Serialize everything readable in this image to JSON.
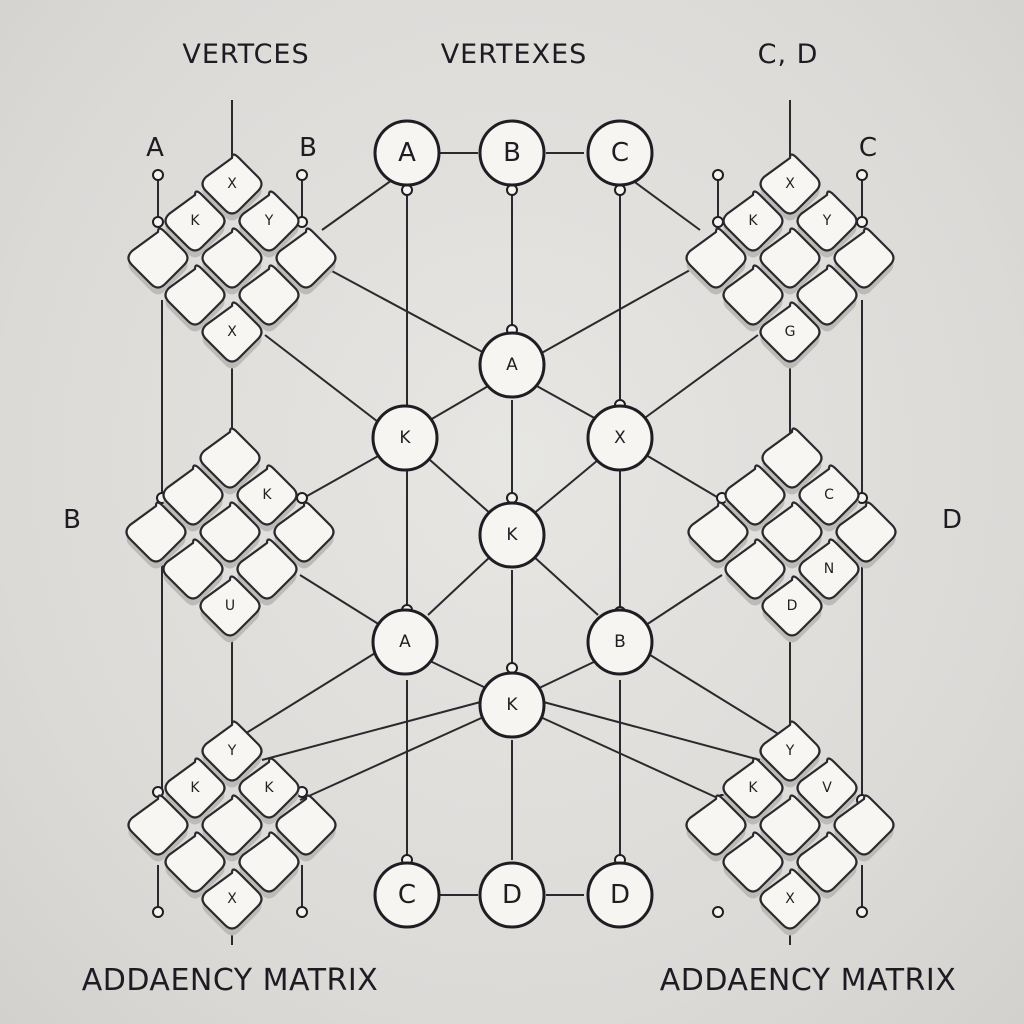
{
  "headers": {
    "left": "VERTCES",
    "center": "VERTEXES",
    "right": "C, D"
  },
  "side_labels": {
    "top_left_a": "A",
    "top_left_b": "B",
    "top_right_c": "C",
    "mid_left_b": "B",
    "mid_right_d": "D"
  },
  "footer": {
    "left": "ADDAENCY MATRIX",
    "right": "ADDAENCY MATRIX"
  },
  "top_vertices": [
    "A",
    "B",
    "C"
  ],
  "bottom_vertices": [
    "C",
    "D",
    "D"
  ],
  "center_nodes": [
    "A",
    "K",
    "X",
    "K",
    "A",
    "B",
    "K"
  ],
  "matrices": [
    {
      "position": "top-left",
      "cells": [
        "X",
        "Y",
        "",
        "K",
        "",
        "",
        "",
        "",
        "X"
      ]
    },
    {
      "position": "top-right",
      "cells": [
        "X",
        "Y",
        "",
        "K",
        "",
        "",
        "",
        "",
        "G"
      ]
    },
    {
      "position": "middle-left",
      "cells": [
        "",
        "K",
        "",
        "",
        "",
        "",
        "",
        "",
        "U"
      ]
    },
    {
      "position": "middle-right",
      "cells": [
        "",
        "C",
        "",
        "",
        "",
        "N",
        "",
        "",
        "D"
      ]
    },
    {
      "position": "bottom-left",
      "cells": [
        "Y",
        "K",
        "",
        "K",
        "",
        "",
        "",
        "",
        "X"
      ]
    },
    {
      "position": "bottom-right",
      "cells": [
        "Y",
        "V",
        "",
        "K",
        "",
        "",
        "",
        "",
        "X"
      ]
    }
  ]
}
